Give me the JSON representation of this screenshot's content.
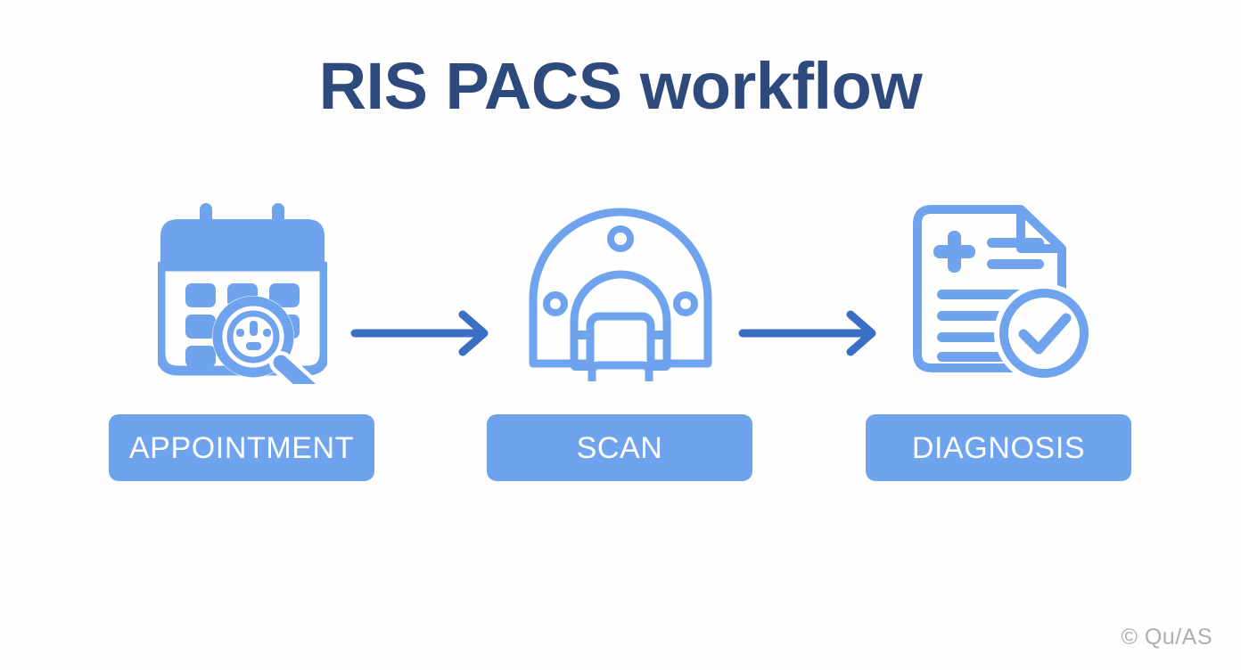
{
  "header": {
    "title": "RIS PACS workflow"
  },
  "colors": {
    "background": "#ffffff",
    "title_navy": "#2e4a7d",
    "icon_blue": "#6fa3ee",
    "pill_blue": "#6fa3ee",
    "pill_text": "#ffffff",
    "arrow_blue": "#3a6fc4",
    "watermark_gray": "#adadb2"
  },
  "flow": {
    "stages": [
      {
        "id": "appointment",
        "label": "APPOINTMENT",
        "icon": "calendar-search-icon"
      },
      {
        "id": "scan",
        "label": "SCAN",
        "icon": "mri-scanner-icon"
      },
      {
        "id": "diagnosis",
        "label": "DIAGNOSIS",
        "icon": "medical-report-check-icon"
      }
    ],
    "connectors": [
      {
        "id": "arrow-1",
        "icon": "arrow-right-icon"
      },
      {
        "id": "arrow-2",
        "icon": "arrow-right-icon"
      }
    ]
  },
  "footer": {
    "watermark": "© Qu/AS"
  }
}
